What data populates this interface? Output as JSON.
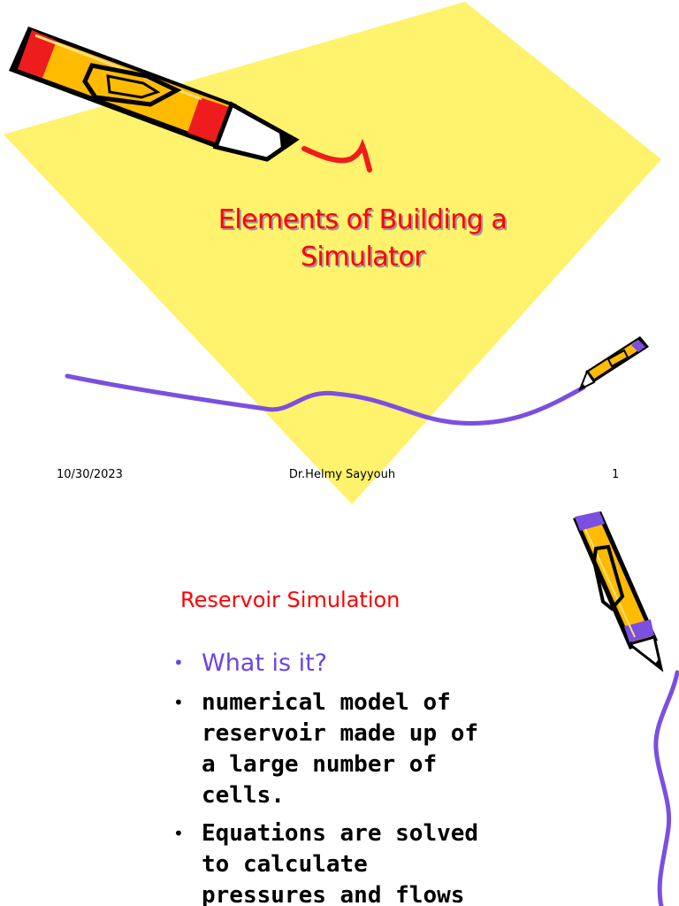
{
  "slide1": {
    "title_line1": "Elements of Building a",
    "title_line2": "Simulator",
    "footer": {
      "date": "10/30/2023",
      "author": "Dr.Helmy Sayyouh",
      "page": "1"
    },
    "colors": {
      "background_shape": "#fff26c",
      "title": "#ff0000",
      "wave": "#7b4fe0"
    },
    "icons": [
      "large-pencil-icon",
      "small-pencil-icon"
    ]
  },
  "slide2": {
    "heading": "Reservoir Simulation",
    "bullets": [
      "What is it?",
      "numerical model of reservoir made up of a large number of cells.",
      "Equations are solved to calculate pressures and flows"
    ],
    "colors": {
      "heading": "#ff0000",
      "first_bullet": "#6b45e0",
      "wave": "#7b4fe0"
    },
    "icons": [
      "vertical-pencil-icon"
    ]
  }
}
